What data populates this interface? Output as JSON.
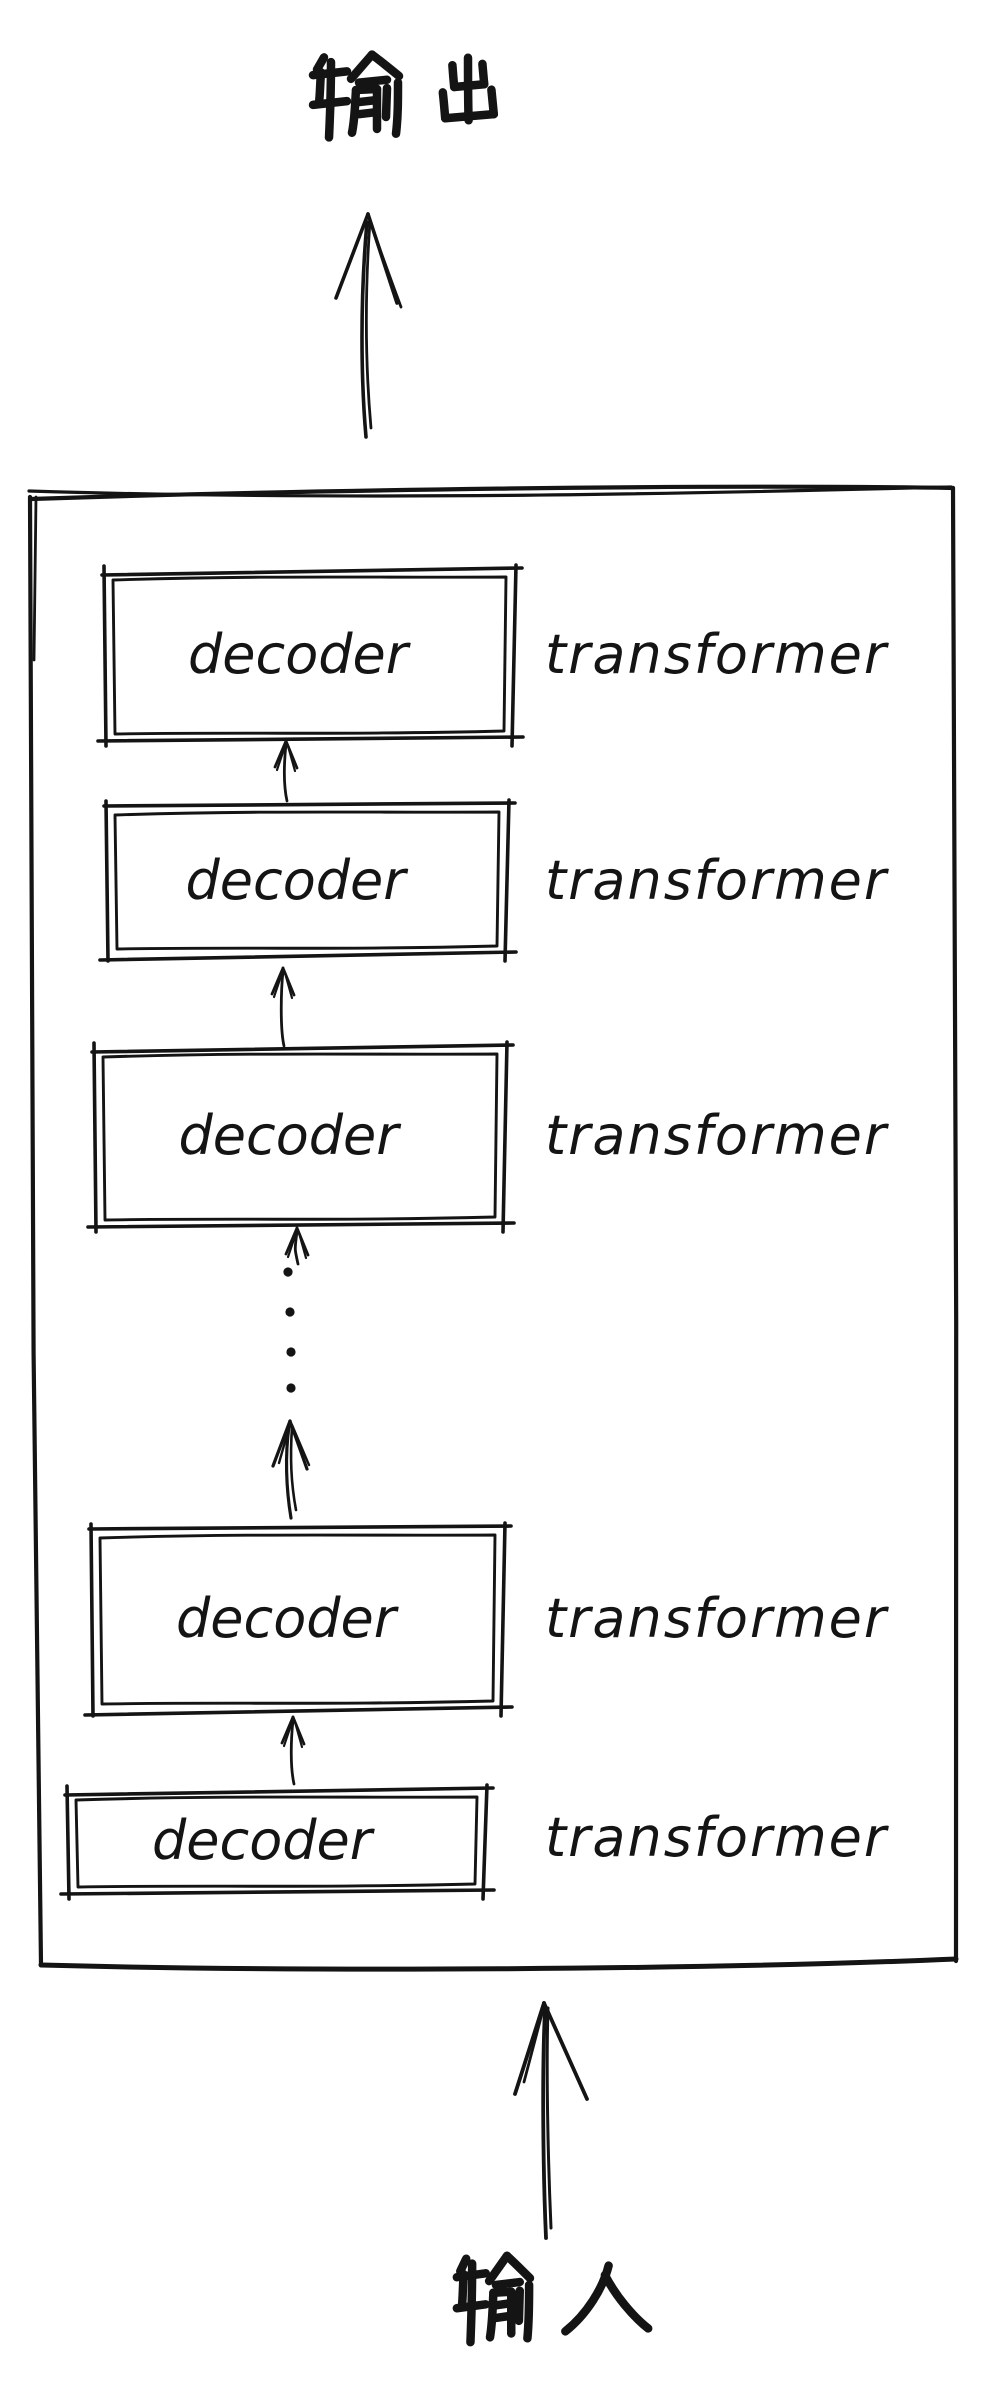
{
  "diagram": {
    "output_label": "输出",
    "input_label": "输入",
    "layers": [
      {
        "box_label": "decoder",
        "side_label": "transformer"
      },
      {
        "box_label": "decoder",
        "side_label": "transformer"
      },
      {
        "box_label": "decoder",
        "side_label": "transformer"
      },
      {
        "box_label": "decoder",
        "side_label": "transformer"
      },
      {
        "box_label": "decoder",
        "side_label": "transformer"
      }
    ],
    "ellipsis_dot_count": 4,
    "ink_color": "#141414",
    "background_color": "#ffffff"
  }
}
